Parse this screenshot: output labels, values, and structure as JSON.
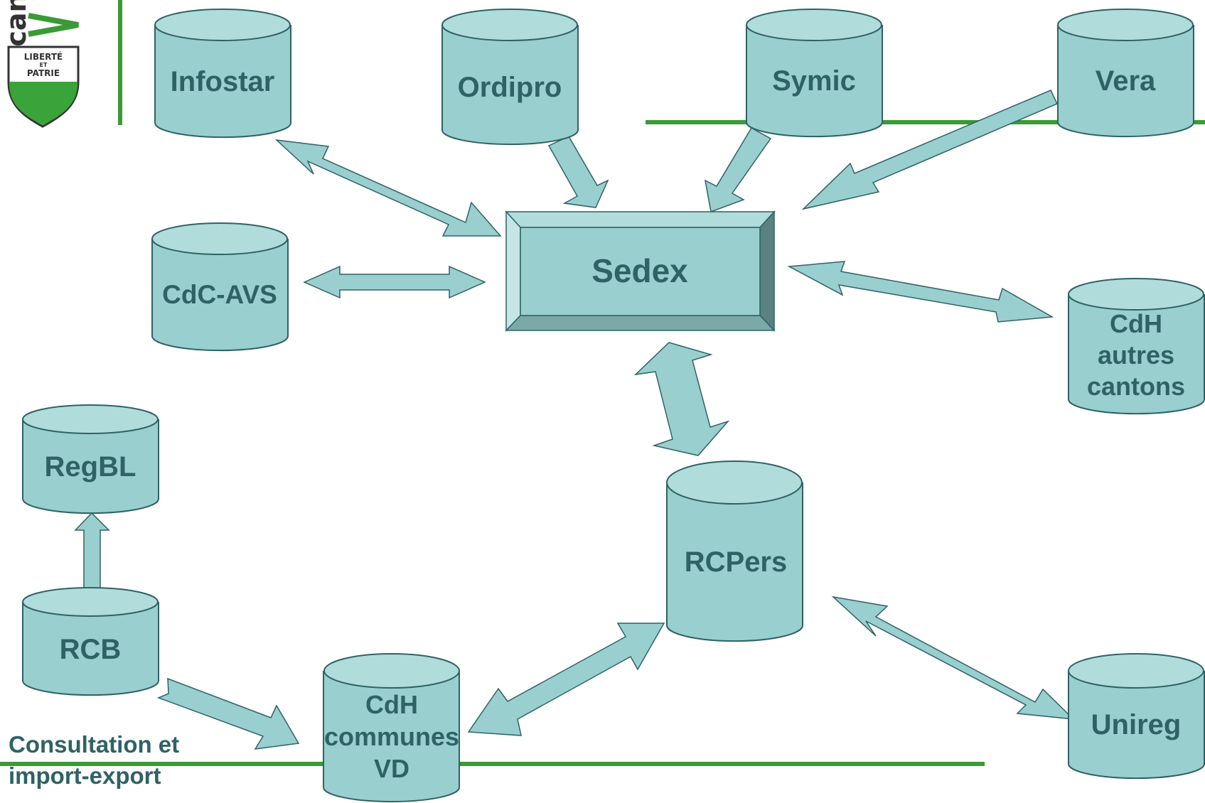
{
  "logo": {
    "text_partial": "can",
    "motto_line1": "LIBERTÉ",
    "motto_line2": "ET",
    "motto_line3": "PATRIE"
  },
  "colors": {
    "cylinder_fill": "#9acfcf",
    "cylinder_top": "#b1dcdc",
    "outline": "#2f6264",
    "label": "#2f6264",
    "accent_green": "#3a9a35",
    "hub_dark": "#5a8280"
  },
  "nodes": {
    "infostar": "Infostar",
    "ordipro": "Ordipro",
    "symic": "Symic",
    "vera": "Vera",
    "sedex": "Sedex",
    "cdc_avs": "CdC-AVS",
    "cdh_autres_1": "CdH",
    "cdh_autres_2": "autres",
    "cdh_autres_3": "cantons",
    "regbl": "RegBL",
    "rcpers": "RCPers",
    "rcb": "RCB",
    "cdh_communes_1": "CdH",
    "cdh_communes_2": "communes",
    "cdh_communes_3": "VD",
    "unireg": "Unireg"
  },
  "footer": {
    "line1": "Consultation et",
    "line2": "import-export"
  }
}
